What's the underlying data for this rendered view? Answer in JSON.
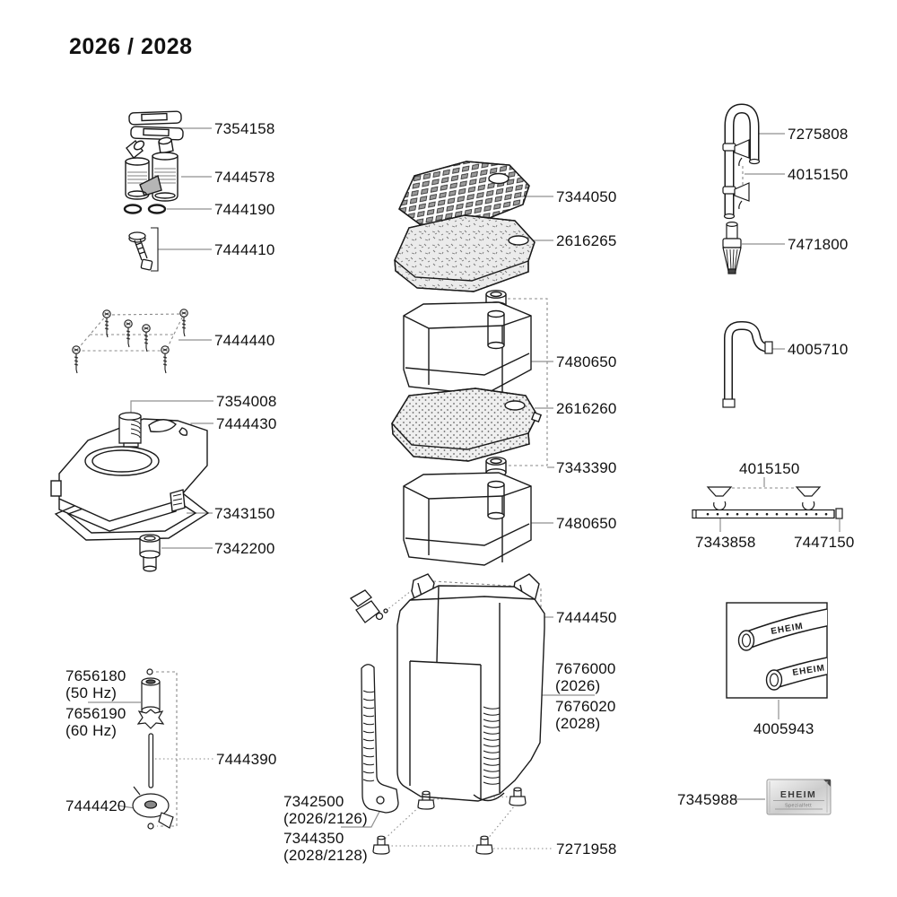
{
  "title": "2026 / 2028",
  "brand": {
    "hose_print": "EHEIM",
    "packet_brand": "EHEIM",
    "packet_sub": "Spezialfett"
  },
  "parts": {
    "hose_clamp": "7354158",
    "tap_connector": "7444578",
    "o_rings": "7444190",
    "screw_set": "7444410",
    "head_screws": "7444440",
    "aeration_plug": "7354008",
    "pump_head": "7444430",
    "sealing_ring": "7343150",
    "outlet_stub": "7342200",
    "impeller_50hz": "7656180",
    "impeller_50hz_note": "(50 Hz)",
    "impeller_60hz": "7656190",
    "impeller_60hz_note": "(60 Hz)",
    "impeller_shaft": "7444390",
    "pump_cover": "7444420",
    "lattice_screen": "7344050",
    "fine_filter_pad": "2616265",
    "filter_basket_upper": "7480650",
    "coarse_filter_pad": "2616260",
    "basket_tube": "7343390",
    "filter_basket_lower": "7480650",
    "closing_clips": "7444450",
    "canister_2026": "7676000",
    "canister_2026_note": "(2026)",
    "canister_2028": "7676020",
    "canister_2028_note": "(2028)",
    "intake_tube_2026": "7342500",
    "intake_tube_2026_note": "(2026/2126)",
    "intake_tube_2028": "7344350",
    "intake_tube_2028_note": "(2028/2128)",
    "rubber_feet": "7271958",
    "intake_pipe": "7275808",
    "suction_cups_intake": "4015150",
    "intake_strainer": "7471800",
    "outlet_elbow": "4005710",
    "suction_cups_spraybar": "4015150",
    "spray_bar": "7343858",
    "end_plug": "7447150",
    "hose": "4005943",
    "grease_sachet": "7345988"
  }
}
